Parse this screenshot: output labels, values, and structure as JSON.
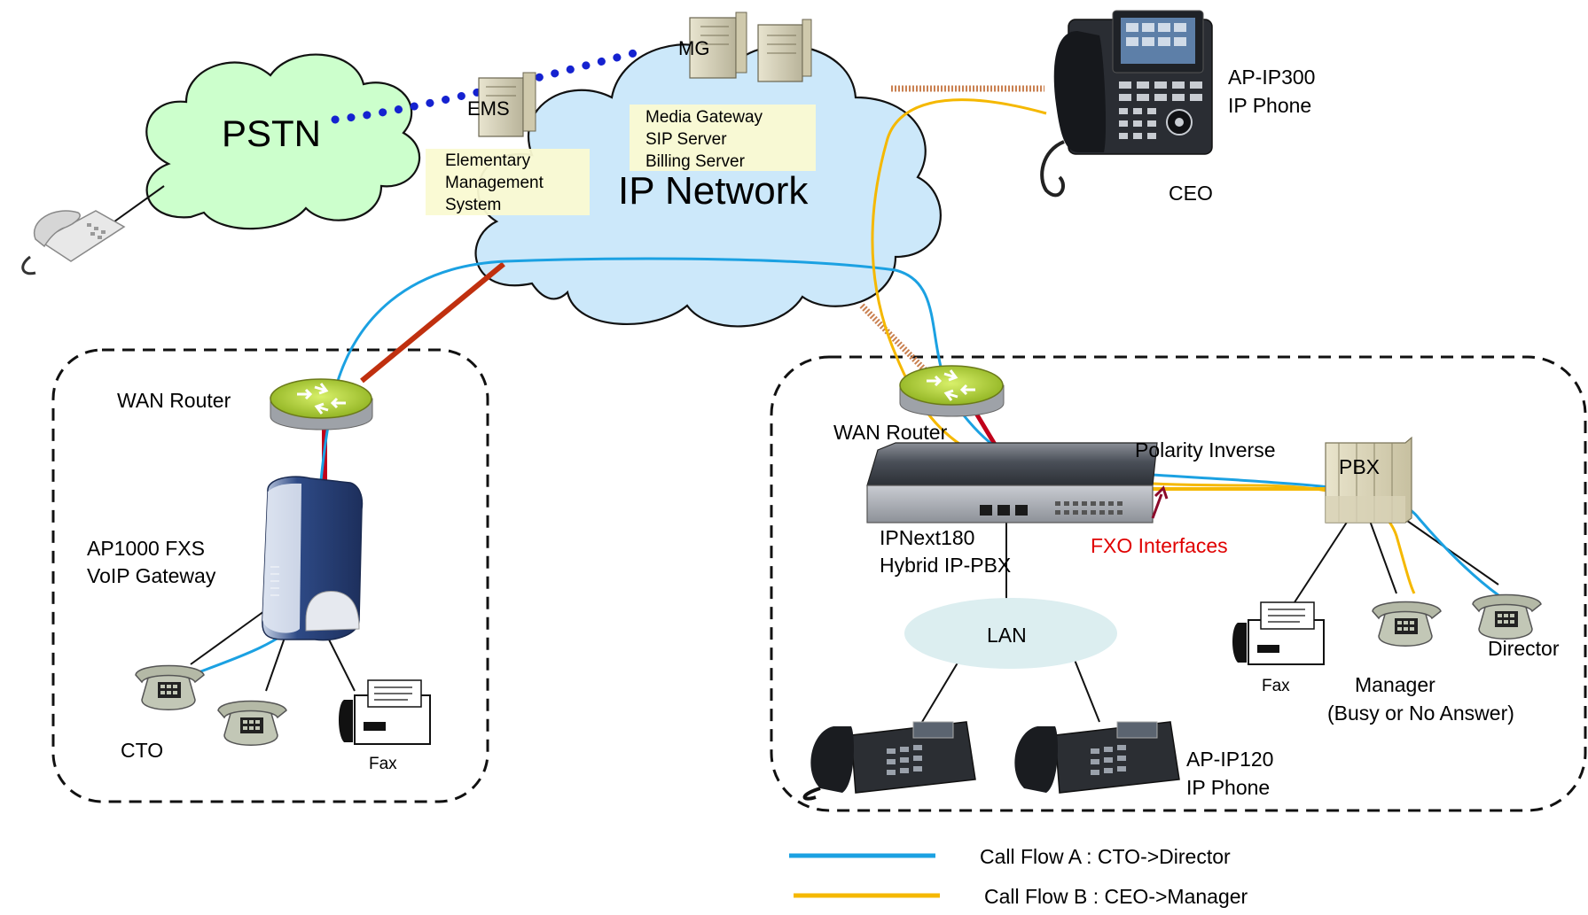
{
  "clouds": {
    "pstn": "PSTN",
    "ip_network": "IP Network",
    "lan": "LAN"
  },
  "servers": {
    "mg": "MG",
    "ems": "EMS"
  },
  "labels": {
    "ems_desc": [
      "Elementary",
      "Management",
      "System"
    ],
    "mg_desc": [
      "Media Gateway",
      "SIP Server",
      "Billing Server"
    ],
    "ceo_phone": [
      "AP-IP300",
      "IP Phone"
    ],
    "ceo": "CEO",
    "wan_router_left": "WAN Router",
    "wan_router_right": "WAN Router",
    "gateway": [
      "AP1000 FXS",
      "VoIP Gateway"
    ],
    "cto": "CTO",
    "fax_left": "Fax",
    "ipnext": [
      "IPNext180",
      "Hybrid IP-PBX"
    ],
    "polarity": "Polarity Inverse",
    "pbx": "PBX",
    "fxo": "FXO Interfaces",
    "fax_right": "Fax",
    "manager": [
      "Manager",
      "(Busy or No Answer)"
    ],
    "director": "Director",
    "ip120": [
      "AP-IP120",
      "IP Phone"
    ]
  },
  "legend": [
    {
      "label": "Call Flow A : CTO->Director",
      "color": "#1BA1E2"
    },
    {
      "label": "Call Flow B :  CEO->Manager",
      "color": "#F5B800"
    }
  ],
  "colors": {
    "call_flow_a": "#1BA1E2",
    "call_flow_b": "#F5B800",
    "wan_link": "#C0300F",
    "pstn_link": "#1522D0",
    "fxo_label": "#E00000",
    "pstn_cloud": "#CCFFCC",
    "ip_cloud": "#CCE8FA",
    "lan_cloud": "#DCEEF0"
  }
}
